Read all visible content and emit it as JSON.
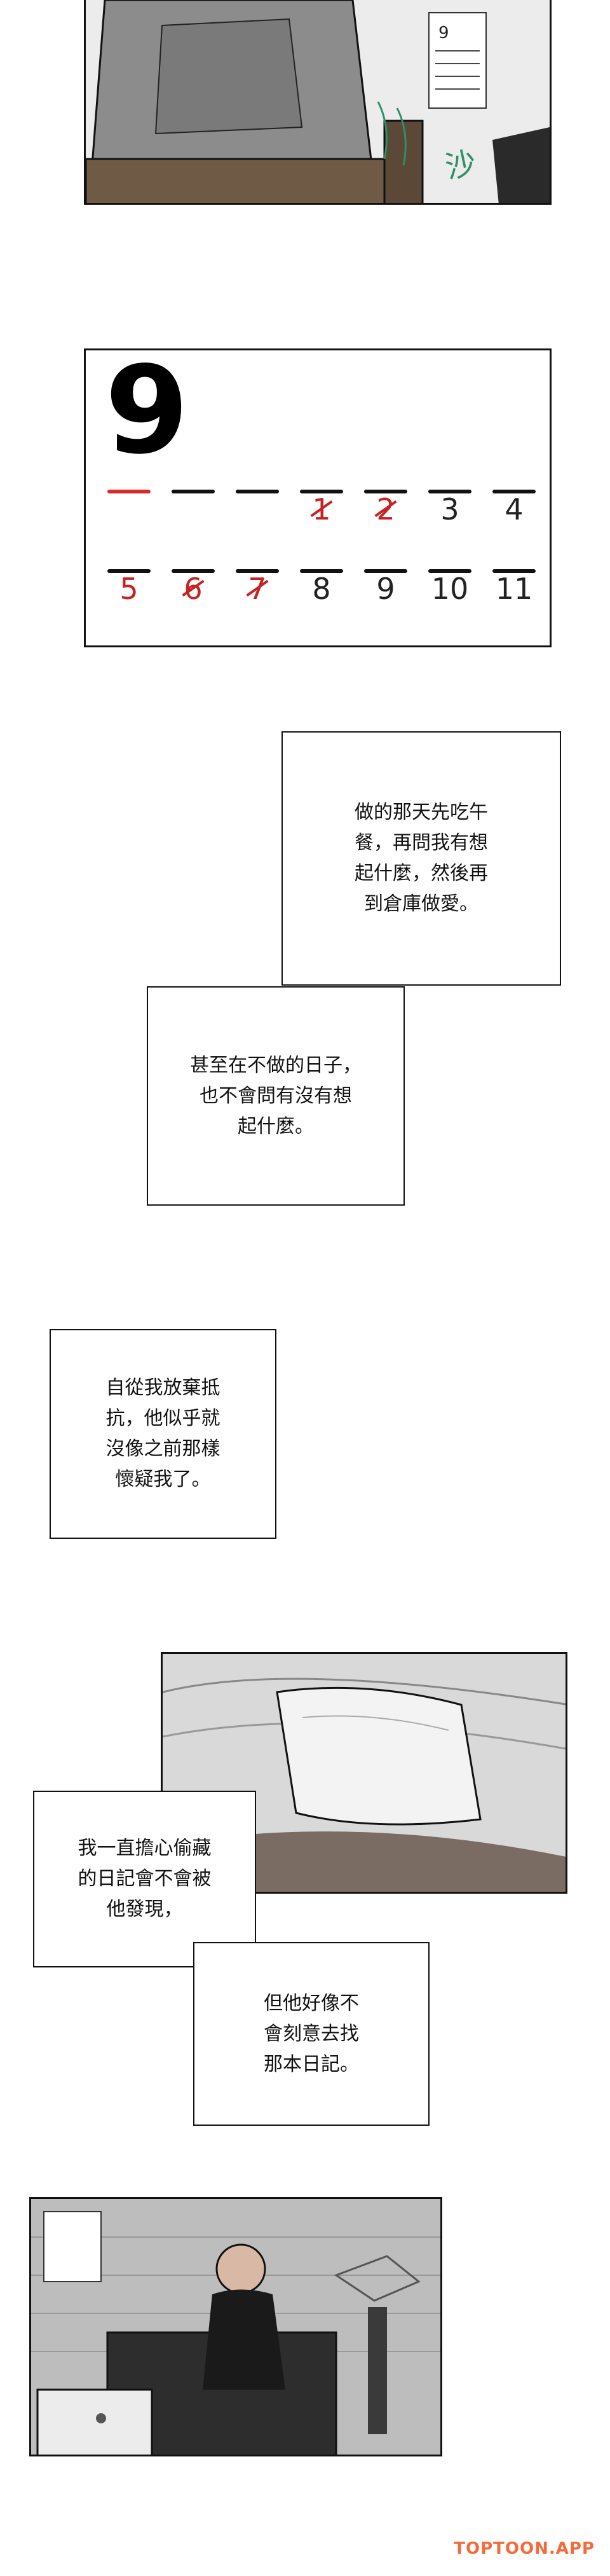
{
  "calendar": {
    "month": "9",
    "row1": [
      "",
      "",
      "",
      "1",
      "2",
      "3",
      "4"
    ],
    "row2": [
      "5",
      "6",
      "7",
      "8",
      "9",
      "10",
      "11"
    ]
  },
  "bubbles": {
    "b1": "做的那天先吃午\n餐，再問我有想\n起什麼，然後再\n到倉庫做愛。",
    "b2": "甚至在不做的日子，\n也不會問有沒有想\n起什麼。",
    "b3": "自從我放棄抵\n抗，他似乎就\n沒像之前那樣\n懷疑我了。",
    "b4": "我一直擔心偷藏\n的日記會不會被\n他發現，",
    "b5": "但他好像不\n會刻意去找\n那本日記。"
  },
  "sfx": "沙",
  "watermark": "TOPTOON.APP",
  "colors": {
    "accent": "#f36a3b",
    "ink": "#111111",
    "red_mark": "#c62222"
  }
}
